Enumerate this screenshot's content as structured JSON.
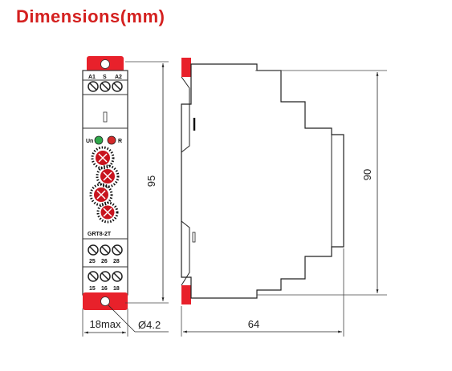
{
  "title": "Dimensions(mm)",
  "front": {
    "top_terminals": [
      "A1",
      "S",
      "A2"
    ],
    "leds": [
      {
        "label": "Un",
        "color": "#2fa84a"
      },
      {
        "label": "R",
        "color": "#d42a2a"
      }
    ],
    "model": "GRT8-2T",
    "terminals_row1": [
      "25",
      "26",
      "28"
    ],
    "terminals_row2": [
      "15",
      "16",
      "18"
    ]
  },
  "dims": {
    "height_front": "95",
    "height_side": "90",
    "width_front": "18max",
    "hole": "Ø4.2",
    "depth": "64"
  },
  "colors": {
    "accent": "#d4201f",
    "clip": "#e8212b",
    "knob": "#c8141e"
  }
}
